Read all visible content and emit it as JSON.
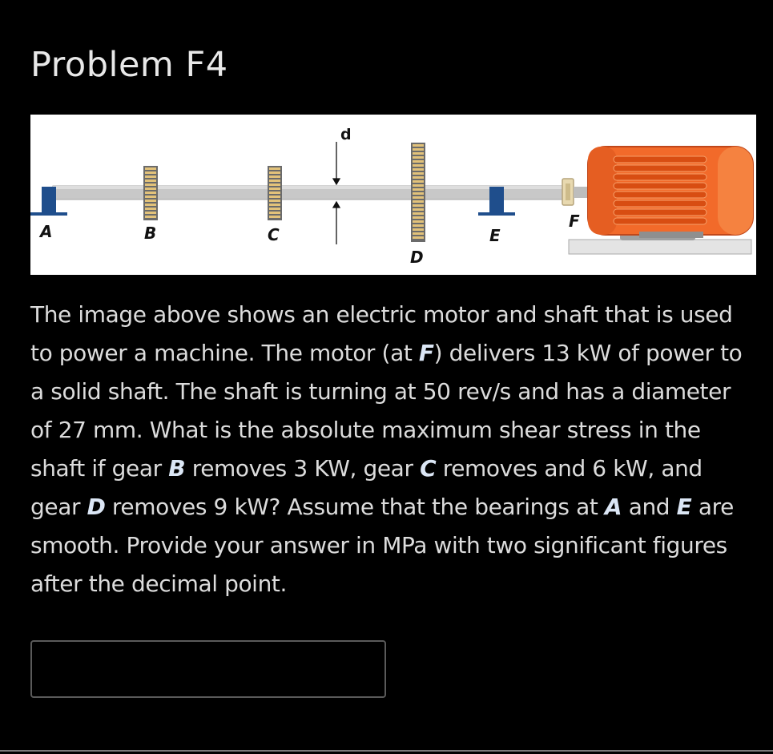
{
  "page": {
    "title": "Problem F4"
  },
  "figure": {
    "labels": {
      "a": "A",
      "b": "B",
      "c": "C",
      "d_dim": "d",
      "d": "D",
      "e": "E",
      "f": "F"
    },
    "colors": {
      "shaft": "#c8c8c8",
      "bearing": "#1f4e8c",
      "motor_body": "#f26a2a",
      "motor_fins": "#d84d12",
      "base": "#e4e4e4",
      "gear_teeth": "#6b6b6b",
      "gear_face": "#e2c27a"
    }
  },
  "problem": {
    "segments": [
      "The image above shows an electric motor and shaft that is used to power a machine. The motor (at ",
      "F",
      ") delivers 13 kW of power to a solid shaft. The shaft is turning at 50 rev/s and has a diameter of 27 mm.  What is the absolute maximum shear stress in the shaft if gear ",
      "B",
      " removes 3 KW, gear ",
      "C",
      " removes and 6 kW, and gear ",
      "D",
      " removes 9 kW? Assume that the bearings at ",
      "A",
      " and ",
      "E",
      " are smooth. Provide your answer in MPa with two significant figures after the decimal point."
    ]
  },
  "answer": {
    "value": "",
    "placeholder": ""
  }
}
